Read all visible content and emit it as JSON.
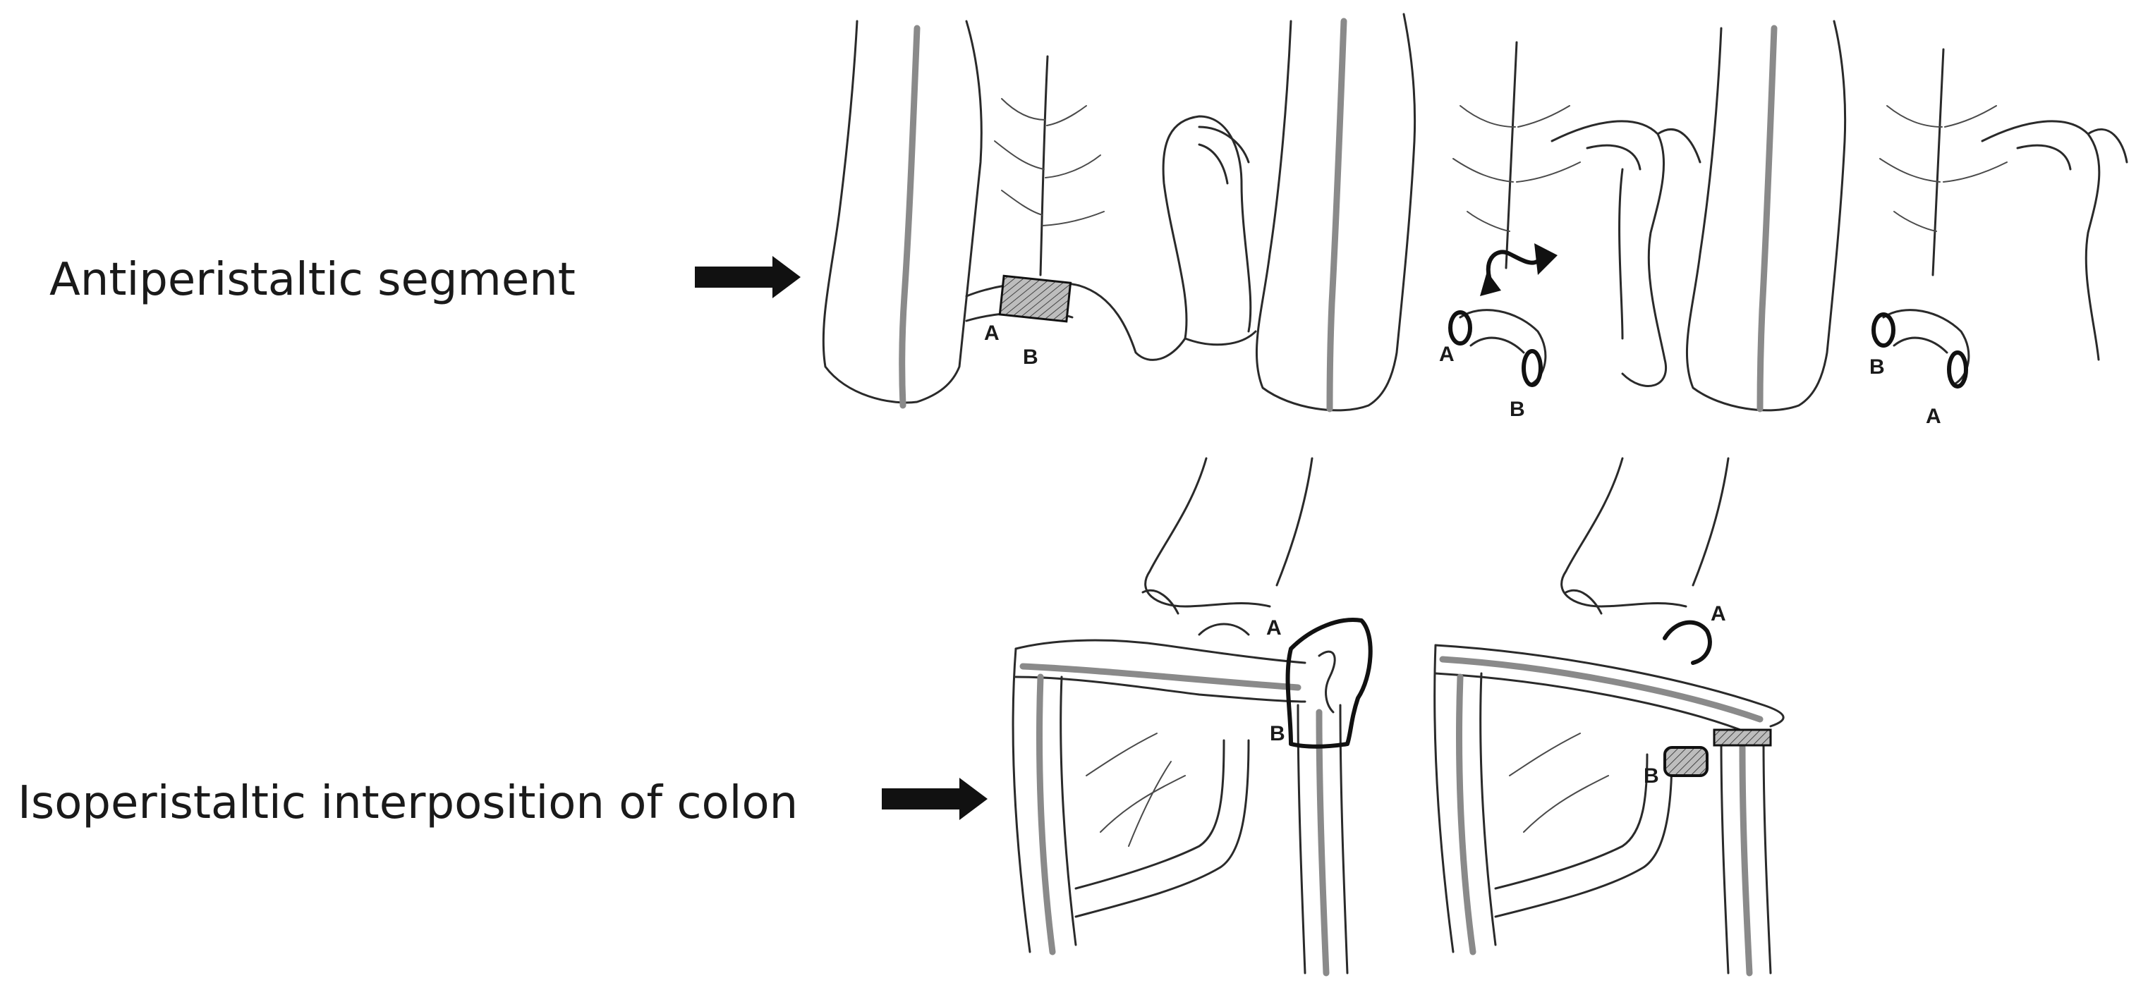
{
  "labels": {
    "antiperistaltic": "Antiperistaltic segment",
    "isoperistaltic": "Isoperistaltic interposition of colon"
  },
  "markers": {
    "a": "A",
    "b": "B"
  }
}
